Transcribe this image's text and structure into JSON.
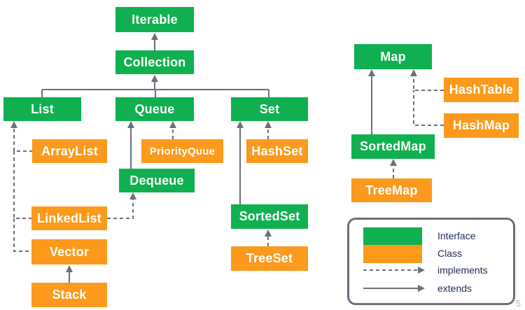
{
  "nodes": {
    "iterable": "Iterable",
    "collection": "Collection",
    "list": "List",
    "queue": "Queue",
    "set": "Set",
    "arraylist": "ArrayList",
    "priorityqueue": "PriorityQuue",
    "hashset": "HashSet",
    "dequeue": "Dequeue",
    "linkedlist": "LinkedList",
    "sortedset": "SortedSet",
    "vector": "Vector",
    "treeset": "TreeSet",
    "stack": "Stack",
    "map": "Map",
    "hashtable": "HashTable",
    "hashmap": "HashMap",
    "sortedmap": "SortedMap",
    "treemap": "TreeMap"
  },
  "legend": {
    "interface": "Interface",
    "class": "Class",
    "implements": "implements",
    "extends": "extends",
    "colors": {
      "interface": "#10b050",
      "class": "#fb9a1c",
      "line": "#6a6f7a"
    }
  },
  "page_number": "5"
}
